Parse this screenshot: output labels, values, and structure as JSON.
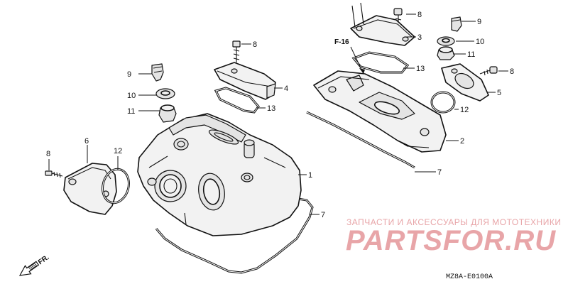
{
  "callouts": [
    {
      "id": "c8a",
      "text": "8"
    },
    {
      "id": "c9a",
      "text": "9"
    },
    {
      "id": "c10a",
      "text": "10"
    },
    {
      "id": "c11a",
      "text": "11"
    },
    {
      "id": "c3",
      "text": "3"
    },
    {
      "id": "c13a",
      "text": "13"
    },
    {
      "id": "c8b",
      "text": "8"
    },
    {
      "id": "c4",
      "text": "4"
    },
    {
      "id": "c13b",
      "text": "13"
    },
    {
      "id": "c9b",
      "text": "9"
    },
    {
      "id": "c10b",
      "text": "10"
    },
    {
      "id": "c11b",
      "text": "11"
    },
    {
      "id": "c8c",
      "text": "8"
    },
    {
      "id": "c5",
      "text": "5"
    },
    {
      "id": "c12a",
      "text": "12"
    },
    {
      "id": "c2",
      "text": "2"
    },
    {
      "id": "c7a",
      "text": "7"
    },
    {
      "id": "c1",
      "text": "1"
    },
    {
      "id": "c7b",
      "text": "7"
    },
    {
      "id": "c6",
      "text": "6"
    },
    {
      "id": "c12b",
      "text": "12"
    },
    {
      "id": "c8d",
      "text": "8"
    }
  ],
  "reference": "F-16",
  "direction": "FR.",
  "diagram_code": "MZ8A-E0100A",
  "watermark": {
    "caption": "ЗАПЧАСТИ И АКСЕССУАРЫ ДЛЯ МОТОТЕХНИКИ",
    "logo": "PARTSFOR.RU",
    "color": "#e8a5a8"
  }
}
